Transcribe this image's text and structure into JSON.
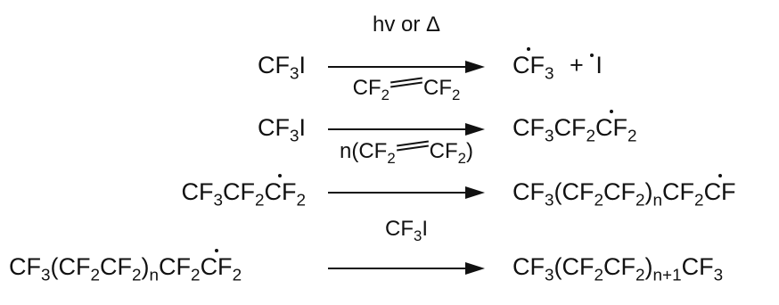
{
  "reactions": [
    {
      "lhs": {
        "a": "CF",
        "a_sub": "3",
        "b": "I"
      },
      "condition": "hv or Δ",
      "rhs": {
        "r1": "CF",
        "r1_sub": "3",
        "plus": "+",
        "r2": "I"
      }
    },
    {
      "lhs": {
        "a": "CF",
        "a_sub": "3",
        "b": "I"
      },
      "condition": {
        "c1": "CF",
        "c1_sub": "2",
        "c2": "CF",
        "c2_sub": "2"
      },
      "rhs": {
        "p1": "CF",
        "p1_sub": "3",
        "p2": "CF",
        "p2_sub": "2",
        "p3": "CF",
        "p3_sub": "2"
      }
    },
    {
      "lhs": {
        "p1": "CF",
        "p1_sub": "3",
        "p2": "CF",
        "p2_sub": "2",
        "p3": "CF",
        "p3_sub": "2"
      },
      "condition": {
        "pre": "n(CF",
        "c1_sub": "2",
        "c2": "CF",
        "c2_sub": "2",
        "post": ")"
      },
      "rhs": {
        "t1": "CF",
        "t1_sub": "3",
        "t2": "(CF",
        "t2_sub": "2",
        "t3": "CF",
        "t3_sub": "2",
        "t4": ")",
        "t4_sub": "n",
        "t5": "CF",
        "t5_sub": "2",
        "t6": "CF"
      }
    },
    {
      "lhs": {
        "t1": "CF",
        "t1_sub": "3",
        "t2": "(CF",
        "t2_sub": "2",
        "t3": "CF",
        "t3_sub": "2",
        "t4": ")",
        "t4_sub": "n",
        "t5": "CF",
        "t5_sub": "2",
        "t6": "CF",
        "t6_sub": "2"
      },
      "condition": {
        "a": "CF",
        "a_sub": "3",
        "b": "I"
      },
      "rhs": {
        "t1": "CF",
        "t1_sub": "3",
        "t2": "(CF",
        "t2_sub": "2",
        "t3": "CF",
        "t3_sub": "2",
        "t4": ")",
        "t4_sub": "n+1",
        "t5": "CF",
        "t5_sub": "3"
      }
    }
  ]
}
